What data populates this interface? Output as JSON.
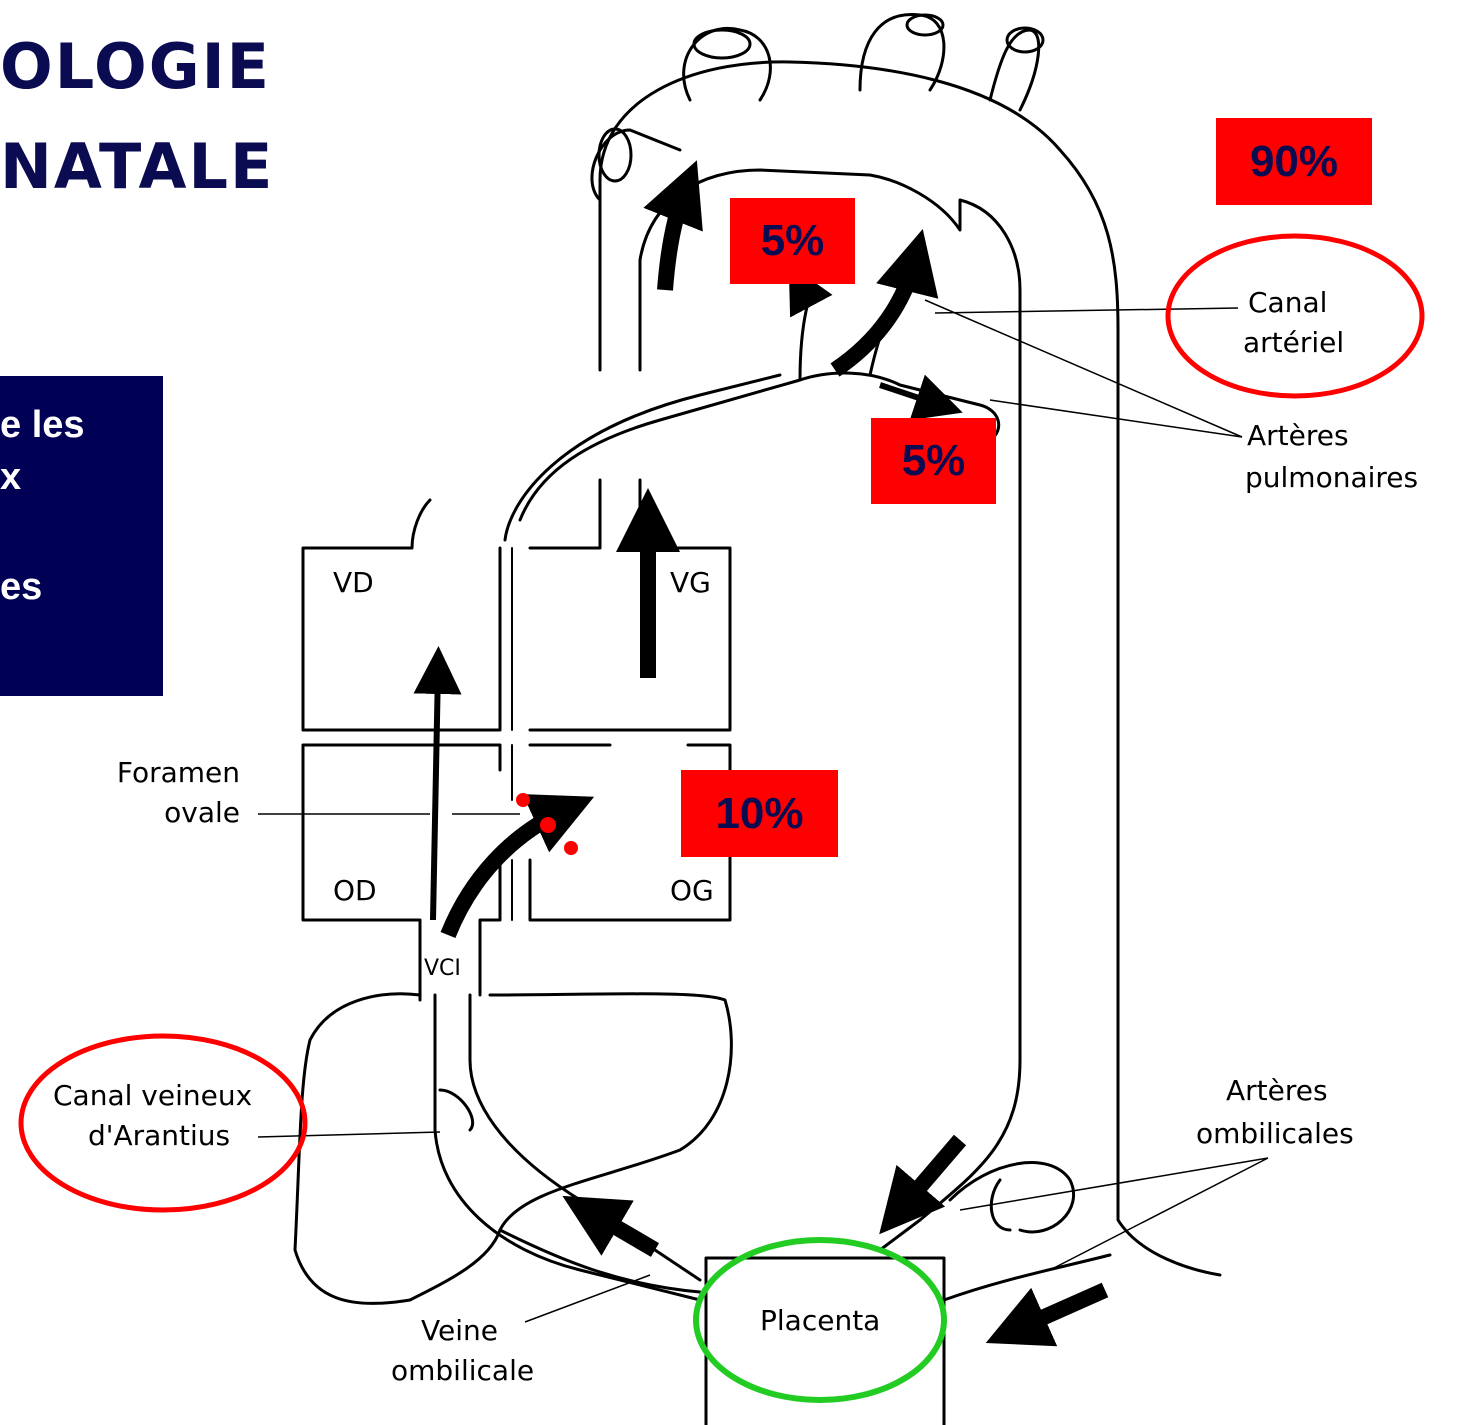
{
  "title": {
    "line1": "OLOGIE",
    "line2": "NATALE"
  },
  "sidebox": {
    "line1": "e les",
    "line2": "x",
    "line3": "es"
  },
  "percentages": {
    "aorta": "90%",
    "ductus_top": "5%",
    "pulmonary": "5%",
    "foramen": "10%"
  },
  "labels": {
    "vd": "VD",
    "vg": "VG",
    "od": "OD",
    "og": "OG",
    "vci": "VCI",
    "foramen_line1": "Foramen",
    "foramen_line2": "ovale",
    "canal_arteriel_line1": "Canal",
    "canal_arteriel_line2": "artériel",
    "arteres_pulm_line1": "Artères",
    "arteres_pulm_line2": "pulmonaires",
    "canal_veineux_line1": "Canal veineux",
    "canal_veineux_line2": "d'Arantius",
    "arteres_omb_line1": "Artères",
    "arteres_omb_line2": "ombilicales",
    "veine_omb_line1": "Veine",
    "veine_omb_line2": "ombilicale",
    "placenta": "Placenta"
  },
  "colors": {
    "highlight_red": "#ff0000",
    "circle_green": "#22cc22",
    "navy": "#000055",
    "text_navy": "#0b0b52"
  }
}
